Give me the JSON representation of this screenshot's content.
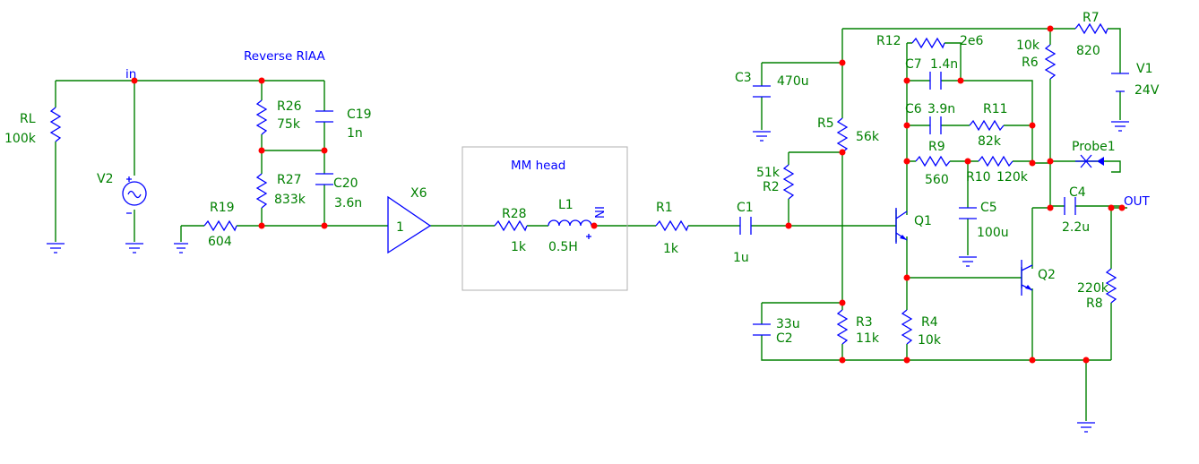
{
  "net_labels": {
    "input": "in",
    "output": "OUT",
    "inductor_pin": "IN"
  },
  "blocks": {
    "reverse_riaa": "Reverse RIAA",
    "mm_head": "MM head"
  },
  "components": {
    "RL": {
      "ref": "RL",
      "value": "100k"
    },
    "V2": {
      "ref": "V2"
    },
    "R19": {
      "ref": "R19",
      "value": "604"
    },
    "R26": {
      "ref": "R26",
      "value": "75k"
    },
    "R27": {
      "ref": "R27",
      "value": "833k"
    },
    "C19": {
      "ref": "C19",
      "value": "1n"
    },
    "C20": {
      "ref": "C20",
      "value": "3.6n"
    },
    "X6": {
      "ref": "X6",
      "value": "1"
    },
    "R28": {
      "ref": "R28",
      "value": "1k"
    },
    "L1": {
      "ref": "L1",
      "value": "0.5H"
    },
    "R1": {
      "ref": "R1",
      "value": "1k"
    },
    "C1": {
      "ref": "C1",
      "value": "1u"
    },
    "C3": {
      "ref": "C3",
      "value": "470u"
    },
    "R5": {
      "ref": "R5",
      "value": "56k"
    },
    "R2": {
      "ref": "R2",
      "value": "51k"
    },
    "C2": {
      "ref": "C2",
      "value": "33u"
    },
    "R3": {
      "ref": "R3",
      "value": "11k"
    },
    "Q1": {
      "ref": "Q1"
    },
    "R4": {
      "ref": "R4",
      "value": "10k"
    },
    "R12": {
      "ref": "R12",
      "value": "2e6"
    },
    "C7": {
      "ref": "C7",
      "value": "1.4n"
    },
    "C6": {
      "ref": "C6",
      "value": "3.9n"
    },
    "R11": {
      "ref": "R11",
      "value": "82k"
    },
    "R9": {
      "ref": "R9",
      "value": "560"
    },
    "R10": {
      "ref": "R10",
      "value": "120k"
    },
    "C5": {
      "ref": "C5",
      "value": "100u"
    },
    "R6": {
      "ref": "R6",
      "value": "10k"
    },
    "R7": {
      "ref": "R7",
      "value": "820"
    },
    "V1": {
      "ref": "V1",
      "value": "24V"
    },
    "Probe1": {
      "ref": "Probe1"
    },
    "C4": {
      "ref": "C4",
      "value": "2.2u"
    },
    "Q2": {
      "ref": "Q2"
    },
    "R8": {
      "ref": "R8",
      "value": "220k"
    }
  },
  "colors": {
    "wire": "#008000",
    "component": "#0000ff",
    "junction": "#ff0000",
    "block_border": "#b0b0b0"
  }
}
